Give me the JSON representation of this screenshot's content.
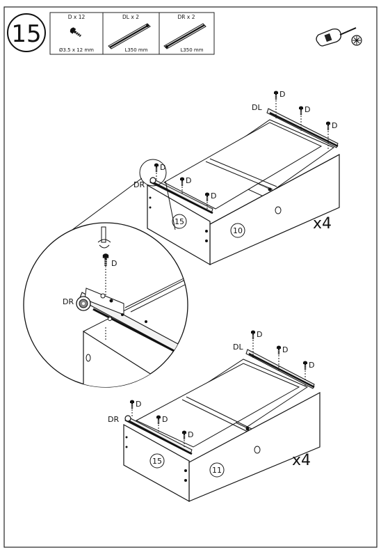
{
  "step": {
    "number": "15"
  },
  "parts": [
    {
      "qty": "D x 12",
      "spec": "Ø3.5 x 12 mm",
      "icon": "screw-icon"
    },
    {
      "qty": "DL x 2",
      "spec": "L350 mm",
      "icon": "slide-rail-left-icon"
    },
    {
      "qty": "DR x 2",
      "spec": "L350 mm",
      "icon": "slide-rail-right-icon"
    }
  ],
  "tool": {
    "icon": "phillips-screwdriver-icon"
  },
  "labels": {
    "screw": "D",
    "rail_left": "DL",
    "rail_right": "DR",
    "panel_side": "15",
    "panel_front_top": "10",
    "panel_front_bottom": "11",
    "multiplier_top": "x4",
    "multiplier_bottom": "x4"
  }
}
